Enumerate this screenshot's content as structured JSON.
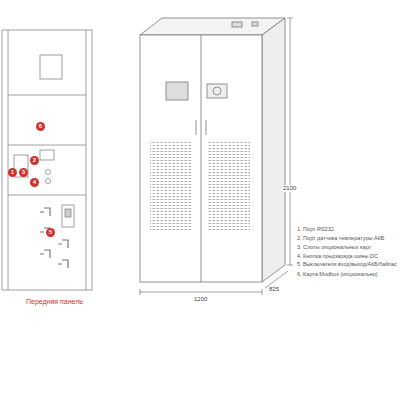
{
  "diagram": {
    "labels": [
      "1",
      "2",
      "3",
      "4",
      "5",
      "6",
      "Передняя панель",
      "2100",
      "1200",
      "825",
      "1. Порт RS232",
      "2. Порт датчика температуры АКБ",
      "3. Слоты опциональных карт",
      "4. Кнопка предзаряда шины DC",
      "5. Выключатели вход/выход/АКБ/байпас",
      "6. Карта Modbus (опционально)"
    ]
  }
}
